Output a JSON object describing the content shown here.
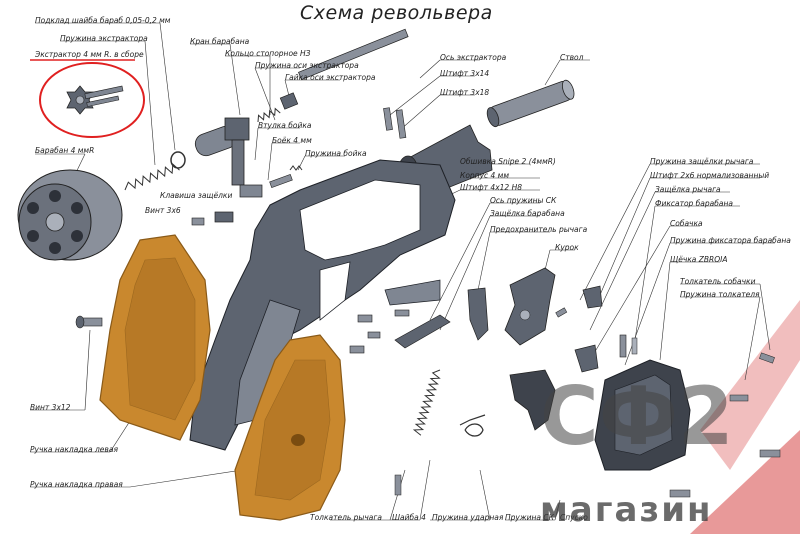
{
  "title": "Схема револьвера",
  "labels": {
    "washer": "Подклад шайба бараб 0,05-0,2 мм",
    "extractor_spring": "Пружина экстрактора",
    "extractor": "Экстрактор 4 мм R. в сборе",
    "cylinder": "Барабан 4 ммR",
    "crane": "Кран барабана",
    "stop_ring": "Кольцо стопорное НЗ",
    "axle_spring": "Пружина оси экстрактора",
    "axle_nut": "Гайка оси экстрактора",
    "axle": "Ось экстрактора",
    "pin_3x14": "Штифт 3х14",
    "pin_3x18": "Штифт 3х18",
    "barrel": "Ствол",
    "firing_pin_bush": "Втулка бойка",
    "firing_pin": "Боёк 4 мм",
    "firing_pin_spring": "Пружина бойка",
    "latch_key": "Клавиша защёлки",
    "screw_3x6": "Винт 3х6",
    "shroud": "Обшивка Snipe 2 (4ммR)",
    "frame": "Корпус 4 мм",
    "pin_4x12": "Штифт 4х12 H8",
    "sk_spring_axle": "Ось пружины СК",
    "cyl_latch": "Защёлка барабана",
    "lever_safety": "Предохранитель рычага",
    "trigger": "Курок",
    "lever_latch_spring": "Пружина защёлки рычага",
    "pin_2x6": "Штифт 2х6 нормализованный",
    "lever_latch": "Защёлка рычага",
    "cyl_retainer": "Фиксатор барабана",
    "pawl": "Собачка",
    "retainer_spring": "Пружина фиксатора барабана",
    "sideplate": "Щёчка ZBROIA",
    "pawl_pusher": "Толкатель собачки",
    "pusher_spring": "Пружина толкателя",
    "screw_3x12": "Винт 3х12",
    "grip_left": "Ручка накладка левая",
    "grip_right": "Ручка накладка правая",
    "lever_pusher": "Толкатель рычага",
    "washer_4": "Шайба 4",
    "mainspring": "Пружина ударная",
    "sk_spring": "Пружина СК",
    "trigger_hook": "Спуско"
  },
  "watermark": {
    "logo": "СФ2",
    "shop": "магазин"
  },
  "colors": {
    "steel": "#5d6470",
    "steel_light": "#aab0ba",
    "wood": "#c9882e",
    "wood_dark": "#8a5a18",
    "highlight": "#e02020",
    "watermark_red": "#d64545"
  }
}
